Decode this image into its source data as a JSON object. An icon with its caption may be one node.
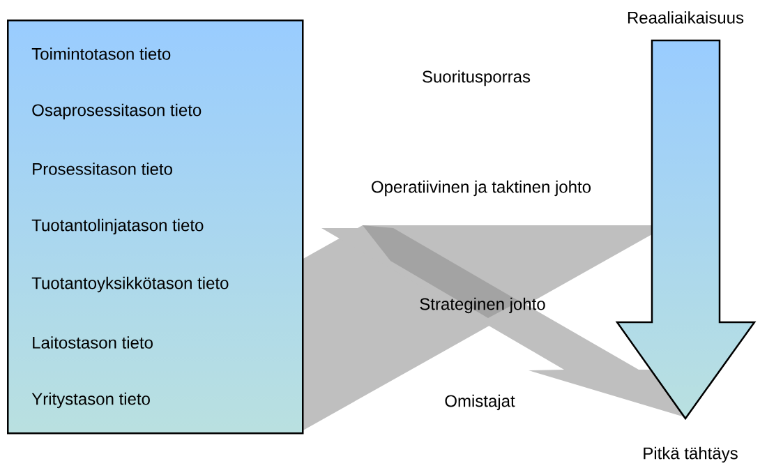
{
  "diagram": {
    "nodes": [
      {
        "text": [
          "Toimintotason tieto",
          "Osaprosessitason tieto",
          "Prosessitason tieto",
          "Tuotantolinjatason tieto",
          "Tuotantoyksikkötason tieto",
          "Laitostason tieto",
          "Yritystason tieto"
        ]
      }
    ],
    "labels": [
      "Reaaliaikaisuus",
      "Suoritusporras",
      "Operatiivinen ja taktinen johto",
      "Strateginen johto",
      "Omistajat",
      "Pitkä tähtäys"
    ]
  }
}
